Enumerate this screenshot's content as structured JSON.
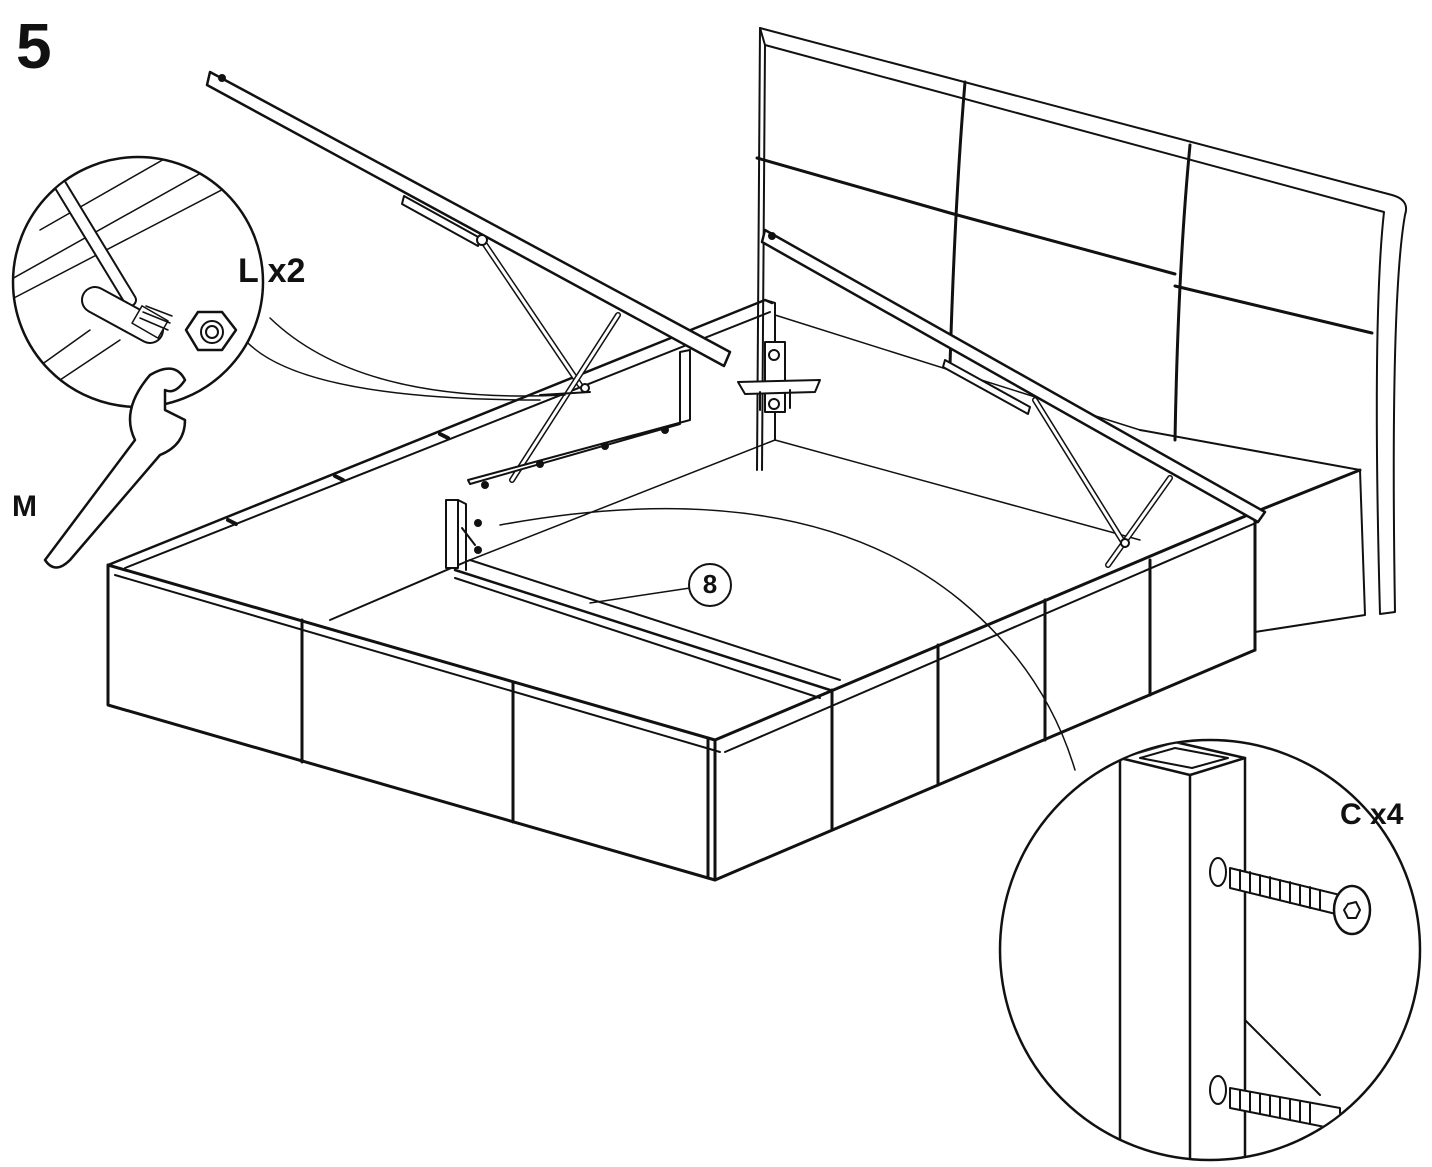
{
  "step": {
    "number": "5"
  },
  "parts": {
    "nut": {
      "label": "L",
      "quantity": "x2"
    },
    "wrench": {
      "label": "M"
    },
    "screw": {
      "label": "C",
      "quantity": "x4"
    },
    "panel": {
      "number": "8"
    }
  },
  "colors": {
    "line": "#111111",
    "background": "#ffffff"
  }
}
